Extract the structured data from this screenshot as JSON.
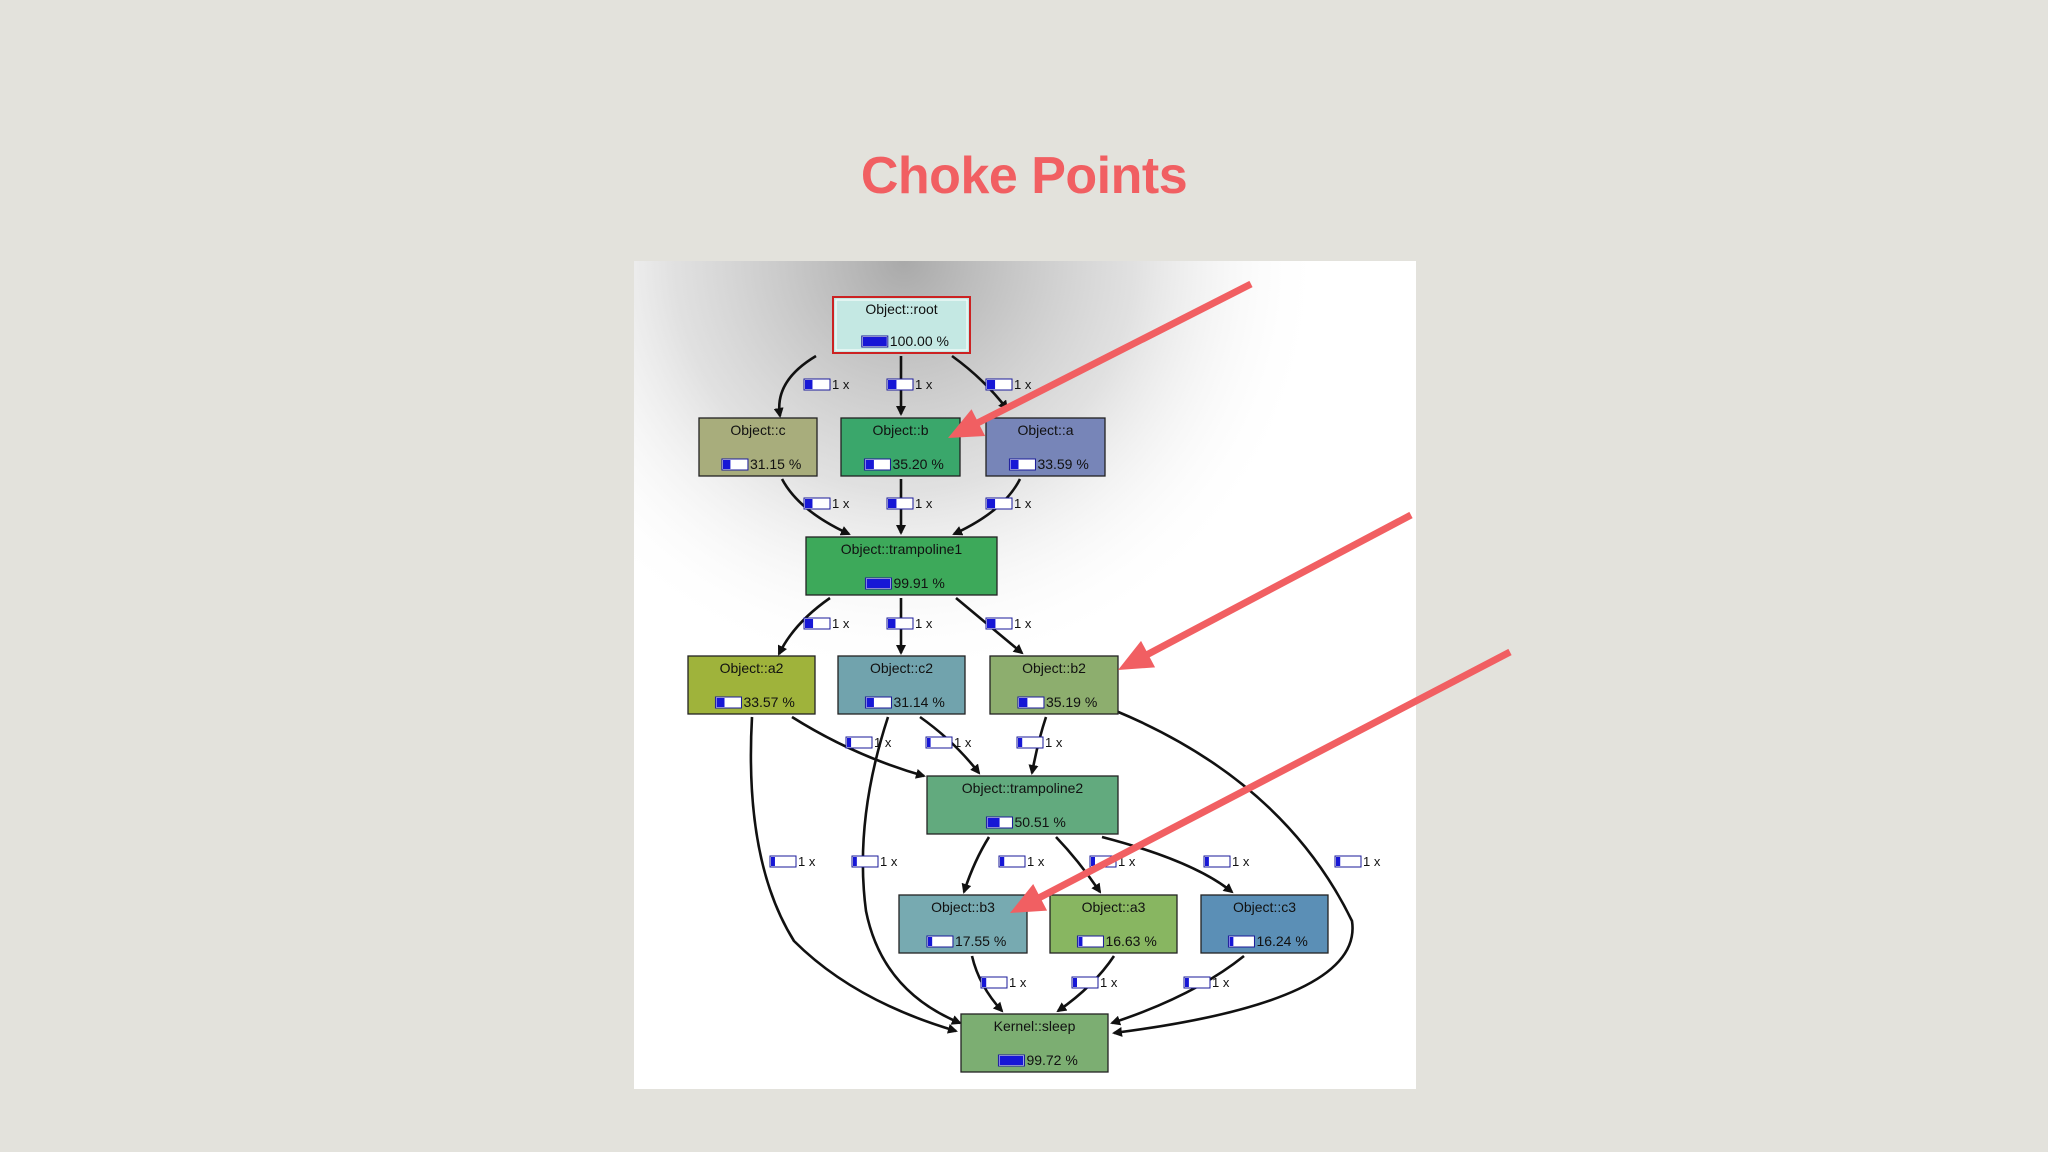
{
  "title": "Choke Points",
  "colors": {
    "title": "#f15f62",
    "arrow": "#f15f62",
    "bar_fill": "#1717d6",
    "edge": "#111111"
  },
  "nodes": [
    {
      "id": "root",
      "label": "Object::root",
      "percent_text": "100.00 %",
      "value": 100.0,
      "color": "#c4e8e3",
      "border": "#cc2222"
    },
    {
      "id": "c",
      "label": "Object::c",
      "percent_text": "31.15 %",
      "value": 31.15,
      "color": "#a8ad7c",
      "border": "#222222"
    },
    {
      "id": "b",
      "label": "Object::b",
      "percent_text": "35.20 %",
      "value": 35.2,
      "color": "#3aa76b",
      "border": "#222222"
    },
    {
      "id": "a",
      "label": "Object::a",
      "percent_text": "33.59 %",
      "value": 33.59,
      "color": "#7785b8",
      "border": "#222222"
    },
    {
      "id": "trampoline1",
      "label": "Object::trampoline1",
      "percent_text": "99.91 %",
      "value": 99.91,
      "color": "#3da95a",
      "border": "#222222"
    },
    {
      "id": "a2",
      "label": "Object::a2",
      "percent_text": "33.57 %",
      "value": 33.57,
      "color": "#9fb33b",
      "border": "#222222"
    },
    {
      "id": "c2",
      "label": "Object::c2",
      "percent_text": "31.14 %",
      "value": 31.14,
      "color": "#71a3ad",
      "border": "#222222"
    },
    {
      "id": "b2",
      "label": "Object::b2",
      "percent_text": "35.19 %",
      "value": 35.19,
      "color": "#8dae6e",
      "border": "#222222"
    },
    {
      "id": "trampoline2",
      "label": "Object::trampoline2",
      "percent_text": "50.51 %",
      "value": 50.51,
      "color": "#62aa7e",
      "border": "#222222"
    },
    {
      "id": "b3",
      "label": "Object::b3",
      "percent_text": "17.55 %",
      "value": 17.55,
      "color": "#77aab1",
      "border": "#222222"
    },
    {
      "id": "a3",
      "label": "Object::a3",
      "percent_text": "16.63 %",
      "value": 16.63,
      "color": "#88b661",
      "border": "#222222"
    },
    {
      "id": "c3",
      "label": "Object::c3",
      "percent_text": "16.24 %",
      "value": 16.24,
      "color": "#5b8fb6",
      "border": "#222222"
    },
    {
      "id": "sleep",
      "label": "Kernel::sleep",
      "percent_text": "99.72 %",
      "value": 99.72,
      "color": "#7cae72",
      "border": "#222222"
    }
  ],
  "edges": [
    {
      "from": "root",
      "to": "c",
      "label": "1 x",
      "value": 31.15
    },
    {
      "from": "root",
      "to": "b",
      "label": "1 x",
      "value": 35.2
    },
    {
      "from": "root",
      "to": "a",
      "label": "1 x",
      "value": 33.59
    },
    {
      "from": "c",
      "to": "trampoline1",
      "label": "1 x",
      "value": 31.15
    },
    {
      "from": "b",
      "to": "trampoline1",
      "label": "1 x",
      "value": 35.2
    },
    {
      "from": "a",
      "to": "trampoline1",
      "label": "1 x",
      "value": 33.59
    },
    {
      "from": "trampoline1",
      "to": "a2",
      "label": "1 x",
      "value": 33.57
    },
    {
      "from": "trampoline1",
      "to": "c2",
      "label": "1 x",
      "value": 31.14
    },
    {
      "from": "trampoline1",
      "to": "b2",
      "label": "1 x",
      "value": 35.19
    },
    {
      "from": "c2",
      "to": "trampoline2",
      "label": "1 x",
      "value": 15.0
    },
    {
      "from": "b2",
      "to": "trampoline2",
      "label": "1 x",
      "value": 17.5
    },
    {
      "from": "a2",
      "to": "trampoline2",
      "label": "1 x",
      "value": 17.0
    },
    {
      "from": "a2",
      "to": "sleep",
      "label": "1 x",
      "value": 16.5
    },
    {
      "from": "c2",
      "to": "sleep",
      "label": "1 x",
      "value": 16.0
    },
    {
      "from": "trampoline2",
      "to": "b3",
      "label": "1 x",
      "value": 17.55
    },
    {
      "from": "trampoline2",
      "to": "a3",
      "label": "1 x",
      "value": 16.63
    },
    {
      "from": "trampoline2",
      "to": "c3",
      "label": "1 x",
      "value": 16.24
    },
    {
      "from": "b2",
      "to": "sleep",
      "label": "1 x",
      "value": 17.6
    },
    {
      "from": "b3",
      "to": "sleep",
      "label": "1 x",
      "value": 17.55
    },
    {
      "from": "a3",
      "to": "sleep",
      "label": "1 x",
      "value": 16.63
    },
    {
      "from": "c3",
      "to": "sleep",
      "label": "1 x",
      "value": 16.24
    }
  ]
}
